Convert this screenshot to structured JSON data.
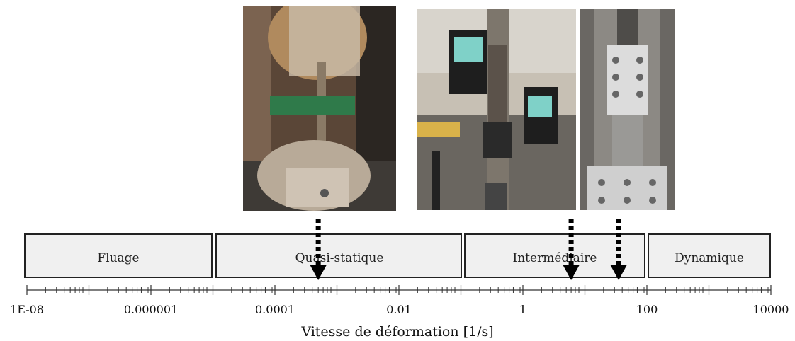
{
  "regimes": [
    {
      "label": "Fluage"
    },
    {
      "label": "Quasi-statique"
    },
    {
      "label": "Intermédiaire"
    },
    {
      "label": "Dynamique"
    }
  ],
  "axis": {
    "title": "Vitesse de déformation [1/s]",
    "scale": "log",
    "range": [
      "1E-08",
      "10000"
    ],
    "tick_labels": [
      "1E-08",
      "0.000001",
      "0.0001",
      "0.01",
      "1",
      "100",
      "10000"
    ]
  },
  "photos": [
    {
      "name": "quasi-static-tensile-machine-photo",
      "strain_rate": 0.0005
    },
    {
      "name": "intermediate-rate-setup-photo",
      "strain_rate": 6
    },
    {
      "name": "high-rate-grip-photo",
      "strain_rate": 35
    }
  ],
  "colors": {
    "box_fill": "#f0f0f0",
    "box_stroke": "#222222",
    "arrow": "#000000"
  }
}
